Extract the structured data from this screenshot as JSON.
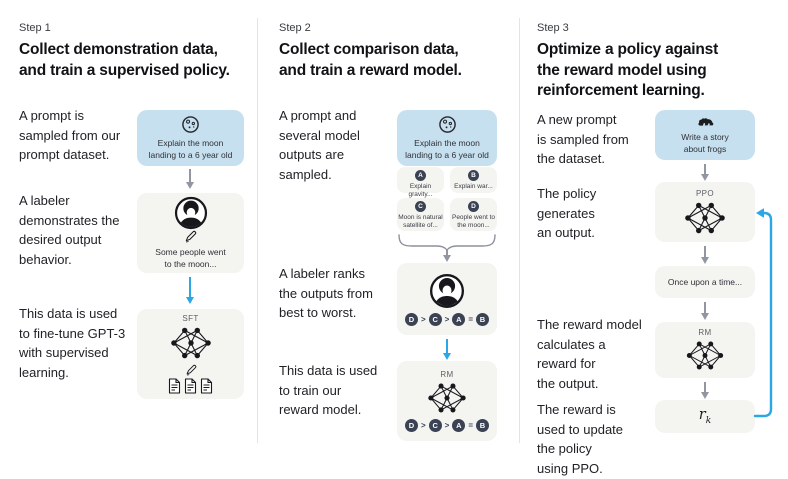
{
  "colors": {
    "prompt_box_blue": "#c7e0ef",
    "gray_box": "#f4f4f1",
    "blue_arrow": "#2ba6e6",
    "gray_arrow": "#9196a1",
    "badge_dark": "#3b4253"
  },
  "step1": {
    "label": "Step 1",
    "heading": "Collect demonstration data,\nand train a supervised policy.",
    "caption_prompt": "A prompt is\nsampled from our\nprompt dataset.",
    "caption_labeler": "A labeler\ndemonstrates the\ndesired output\nbehavior.",
    "caption_finetune": "This data is used\nto fine-tune GPT-3\nwith supervised\nlearning.",
    "prompt_text": "Explain the moon\nlanding to a 6 year old",
    "demonstration_text": "Some people went\nto the moon...",
    "model_label": "SFT"
  },
  "step2": {
    "label": "Step 2",
    "heading": "Collect comparison data,\nand train a reward model.",
    "caption_prompt": "A prompt and\nseveral model\noutputs are\nsampled.",
    "caption_rank": "A labeler ranks\nthe outputs from\nbest to worst.",
    "caption_train": "This data is used\nto train our\nreward model.",
    "prompt_text": "Explain the moon\nlanding to a 6 year old",
    "outputs": [
      {
        "letter": "A",
        "text": "Explain gravity..."
      },
      {
        "letter": "B",
        "text": "Explain war..."
      },
      {
        "letter": "C",
        "text": "Moon is natural\nsatellite of..."
      },
      {
        "letter": "D",
        "text": "People went to\nthe moon..."
      }
    ],
    "ranking": [
      "D",
      ">",
      "C",
      ">",
      "A",
      "=",
      "B"
    ],
    "model_label": "RM"
  },
  "step3": {
    "label": "Step 3",
    "heading": "Optimize a policy against\nthe reward model using\nreinforcement learning.",
    "caption_prompt": "A new prompt\nis sampled from\nthe dataset.",
    "caption_policy": "The policy\ngenerates\nan output.",
    "caption_reward": "The reward model\ncalculates a\nreward for\nthe output.",
    "caption_update": "The reward is\nused to update\nthe policy\nusing PPO.",
    "prompt_text": "Write a story\nabout frogs",
    "policy_label": "PPO",
    "output_text": "Once upon a time...",
    "rm_label": "RM",
    "reward_base": "r",
    "reward_sub": "k"
  }
}
